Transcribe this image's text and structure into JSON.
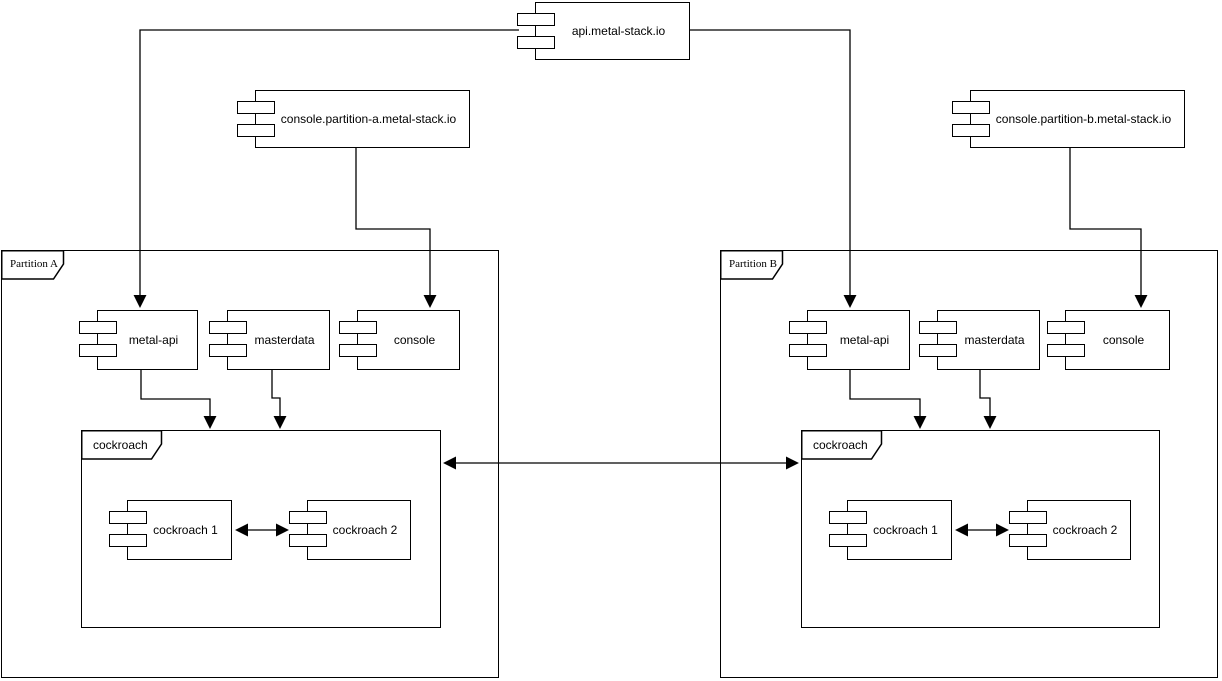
{
  "colors": {
    "background": "#ffffff",
    "stroke": "#000000",
    "fill": "#ffffff"
  },
  "nodes": {
    "api": {
      "label": "api.metal-stack.io",
      "type": "component"
    },
    "console_a_ext": {
      "label": "console.partition-a.metal-stack.io",
      "type": "component"
    },
    "console_b_ext": {
      "label": "console.partition-b.metal-stack.io",
      "type": "component"
    },
    "partition_a": {
      "label": "Partition A",
      "type": "partition"
    },
    "partition_b": {
      "label": "Partition B",
      "type": "partition"
    },
    "metal_api_a": {
      "label": "metal-api",
      "type": "component"
    },
    "masterdata_a": {
      "label": "masterdata",
      "type": "component"
    },
    "console_a": {
      "label": "console",
      "type": "component"
    },
    "cockroach_pkg_a": {
      "label": "cockroach",
      "type": "package"
    },
    "cockroach1_a": {
      "label": "cockroach 1",
      "type": "component"
    },
    "cockroach2_a": {
      "label": "cockroach 2",
      "type": "component"
    },
    "metal_api_b": {
      "label": "metal-api",
      "type": "component"
    },
    "masterdata_b": {
      "label": "masterdata",
      "type": "component"
    },
    "console_b": {
      "label": "console",
      "type": "component"
    },
    "cockroach_pkg_b": {
      "label": "cockroach",
      "type": "package"
    },
    "cockroach1_b": {
      "label": "cockroach 1",
      "type": "component"
    },
    "cockroach2_b": {
      "label": "cockroach 2",
      "type": "component"
    }
  },
  "edges": [
    {
      "from": "api.metal-stack.io",
      "to": "metal-api (Partition A)",
      "type": "arrow"
    },
    {
      "from": "api.metal-stack.io",
      "to": "metal-api (Partition B)",
      "type": "arrow"
    },
    {
      "from": "console.partition-a.metal-stack.io",
      "to": "console (Partition A)",
      "type": "arrow"
    },
    {
      "from": "console.partition-b.metal-stack.io",
      "to": "console (Partition B)",
      "type": "arrow"
    },
    {
      "from": "metal-api (Partition A)",
      "to": "cockroach (Partition A)",
      "type": "arrow"
    },
    {
      "from": "masterdata (Partition A)",
      "to": "cockroach (Partition A)",
      "type": "arrow"
    },
    {
      "from": "metal-api (Partition B)",
      "to": "cockroach (Partition B)",
      "type": "arrow"
    },
    {
      "from": "masterdata (Partition B)",
      "to": "cockroach (Partition B)",
      "type": "arrow"
    },
    {
      "from": "cockroach 1 (Partition A)",
      "to": "cockroach 2 (Partition A)",
      "type": "double-arrow"
    },
    {
      "from": "cockroach 1 (Partition B)",
      "to": "cockroach 2 (Partition B)",
      "type": "double-arrow"
    },
    {
      "from": "cockroach (Partition A)",
      "to": "cockroach (Partition B)",
      "type": "double-arrow"
    }
  ]
}
